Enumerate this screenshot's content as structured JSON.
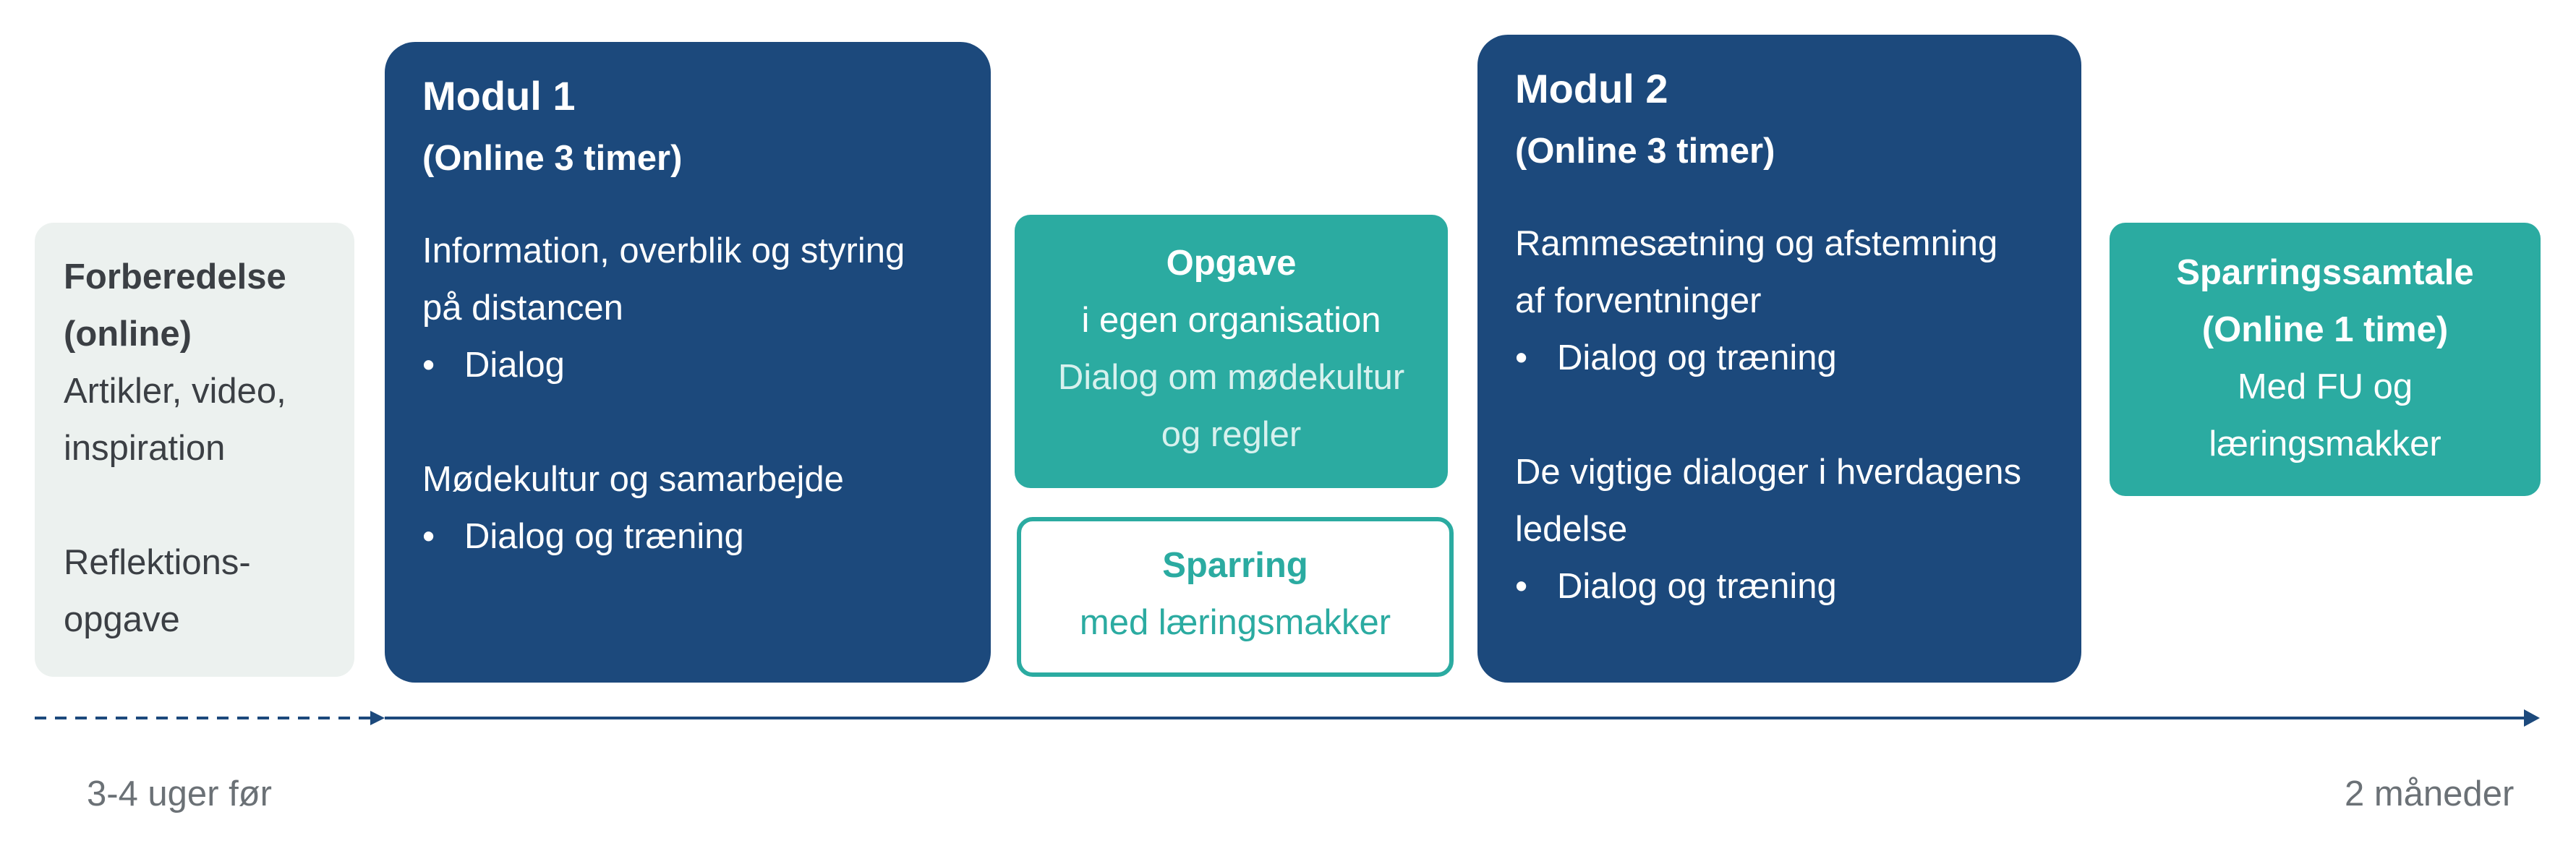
{
  "forberedelse": {
    "title_line1": "Forberedelse",
    "title_line2": "(online)",
    "line3": "Artikler, video,",
    "line4": "inspiration",
    "line5": "Reflektions-",
    "line6": "opgave"
  },
  "modul1": {
    "title": "Modul 1",
    "subtitle": "(Online 3 timer)",
    "section1_line1": "Information, overblik og styring",
    "section1_line2": "på distancen",
    "section1_bullet": "Dialog",
    "section2_line1": "Mødekultur og samarbejde",
    "section2_bullet": "Dialog og træning"
  },
  "opgave": {
    "title": "Opgave",
    "line2": "i egen organisation",
    "line3": "Dialog om mødekultur",
    "line4": "og regler"
  },
  "sparring": {
    "title": "Sparring",
    "line2": "med læringsmakker"
  },
  "modul2": {
    "title": "Modul 2",
    "subtitle": "(Online 3 timer)",
    "section1_line1": "Rammesætning og afstemning",
    "section1_line2": "af forventninger",
    "section1_bullet": "Dialog og træning",
    "section2_line1": "De vigtige dialoger i hverdagens",
    "section2_line2": "ledelse",
    "section2_bullet": "Dialog og træning"
  },
  "samtale": {
    "title_line1": "Sparringssamtale",
    "title_line2": "(Online 1 time)",
    "line3": "Med FU og",
    "line4": "læringsmakker"
  },
  "bullet_char": "•",
  "timeline": {
    "start_label": "3-4 uger før",
    "end_label": "2 måneder"
  },
  "colors": {
    "modul_blue": "#1c497c",
    "teal": "#2baba1",
    "prep_bg": "#ecf1ef",
    "timeline_line": "#1c497c"
  }
}
